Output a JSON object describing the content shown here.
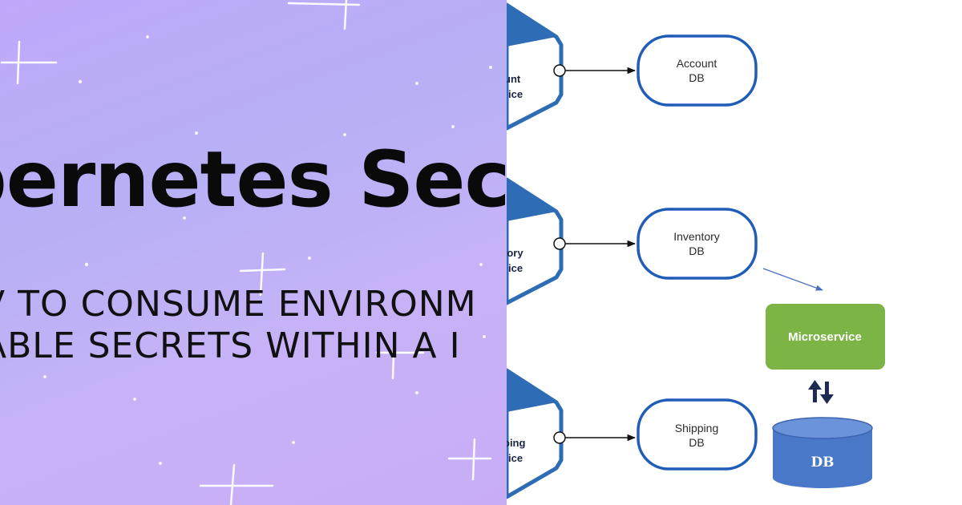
{
  "banner": {
    "title": "bernetes Sec",
    "subtitle_line1": "V TO CONSUME ENVIRONM",
    "subtitle_line2": "IABLE SECRETS WITHIN A I",
    "colors": {
      "gradient_start": "#c0a9fb",
      "gradient_end": "#c8adf5",
      "text": "#0a0a0a",
      "sparkle": "#ffffff"
    }
  },
  "diagram": {
    "services": [
      {
        "line1": "unt",
        "line2": "ice"
      },
      {
        "line1": "tory",
        "line2": "ice"
      },
      {
        "line1": "ping",
        "line2": "ice"
      }
    ],
    "databases": [
      {
        "line1": "Account",
        "line2": "DB"
      },
      {
        "line1": "Inventory",
        "line2": "DB"
      },
      {
        "line1": "Shipping",
        "line2": "DB"
      }
    ],
    "microservice_label": "Microservice",
    "db_cylinder_label": "DB",
    "colors": {
      "service_blue": "#2e6db5",
      "db_outline": "#1f5db8",
      "microservice_green": "#7cb445",
      "db_cylinder": "#4a78c9"
    }
  }
}
